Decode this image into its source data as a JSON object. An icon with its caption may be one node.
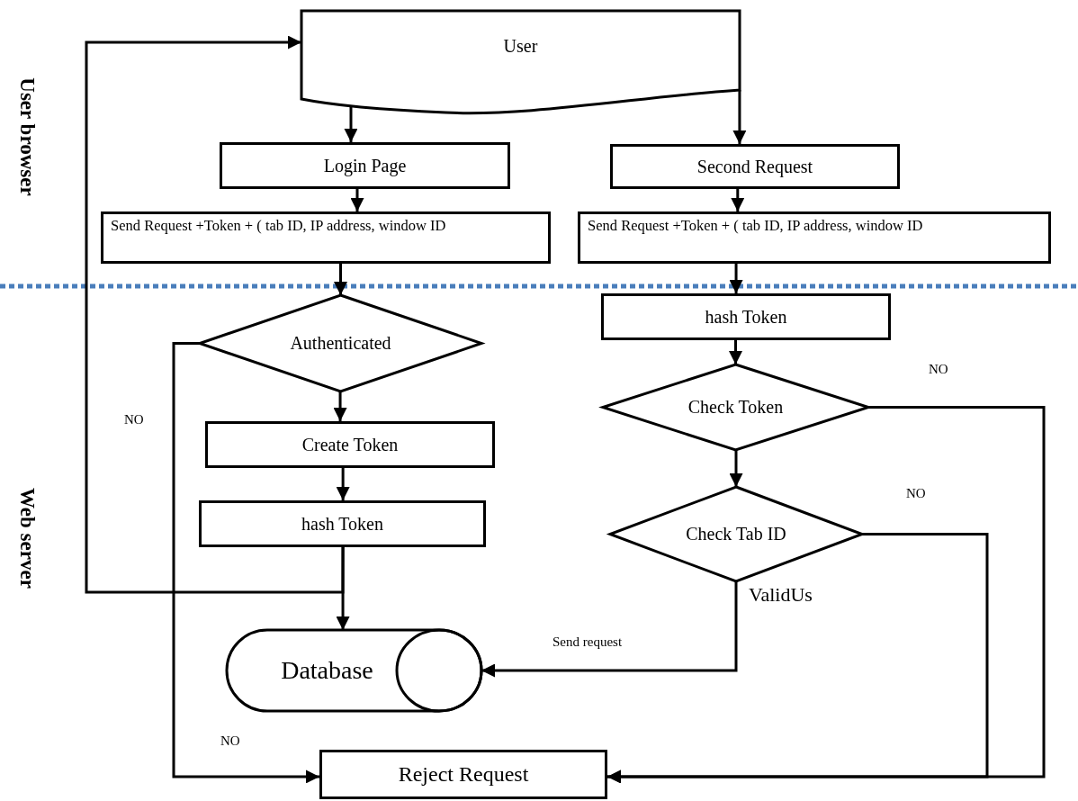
{
  "diagram": {
    "nodes": [
      {
        "text": [
          "User"
        ]
      },
      {
        "text": [
          "Login Page"
        ]
      },
      {
        "text": [
          "Send Request +Token + ( tab ID, IP address, window ID"
        ]
      },
      {
        "text": [
          "Second Request"
        ]
      },
      {
        "text": [
          "Send Request +Token + ( tab ID, IP address, window ID"
        ]
      },
      {
        "text": [
          "Authenticated"
        ]
      },
      {
        "text": [
          "hash Token"
        ]
      },
      {
        "text": [
          "Check Token"
        ]
      },
      {
        "text": [
          "Create Token"
        ]
      },
      {
        "text": [
          "hash Token"
        ]
      },
      {
        "text": [
          "Check Tab ID"
        ]
      },
      {
        "text": [
          "Database"
        ]
      },
      {
        "text": [
          "Reject Request"
        ]
      }
    ],
    "edges": [
      {
        "from": 0,
        "to": 1,
        "arrow": "to"
      },
      {
        "from": 1,
        "to": 2,
        "arrow": "to"
      },
      {
        "from": 0,
        "to": 3,
        "arrow": "to"
      },
      {
        "from": 3,
        "to": 4,
        "arrow": "to"
      },
      {
        "from": 2,
        "to": 5,
        "arrow": "to"
      },
      {
        "from": 4,
        "to": 6,
        "arrow": "to"
      },
      {
        "from": 6,
        "to": 7,
        "arrow": "to"
      },
      {
        "from": 5,
        "to": 8,
        "arrow": "to"
      },
      {
        "from": 8,
        "to": 9,
        "arrow": "to"
      },
      {
        "from": 7,
        "to": 10,
        "arrow": "to"
      },
      {
        "from": 9,
        "to": 11,
        "arrow": "to"
      },
      {
        "from": 9,
        "to": 0,
        "arrow": "to"
      },
      {
        "from": 5,
        "to": 12,
        "arrow": "to",
        "label": "NO"
      },
      {
        "from": 7,
        "to": 12,
        "arrow": "to",
        "label": "NO"
      },
      {
        "from": 10,
        "to": 12,
        "arrow": "to",
        "label": "NO"
      },
      {
        "from": 10,
        "to": 11,
        "arrow": "to",
        "label": "Send request"
      }
    ],
    "labels": [
      "User browser",
      "NO",
      "Web server",
      "ValidUs"
    ]
  }
}
